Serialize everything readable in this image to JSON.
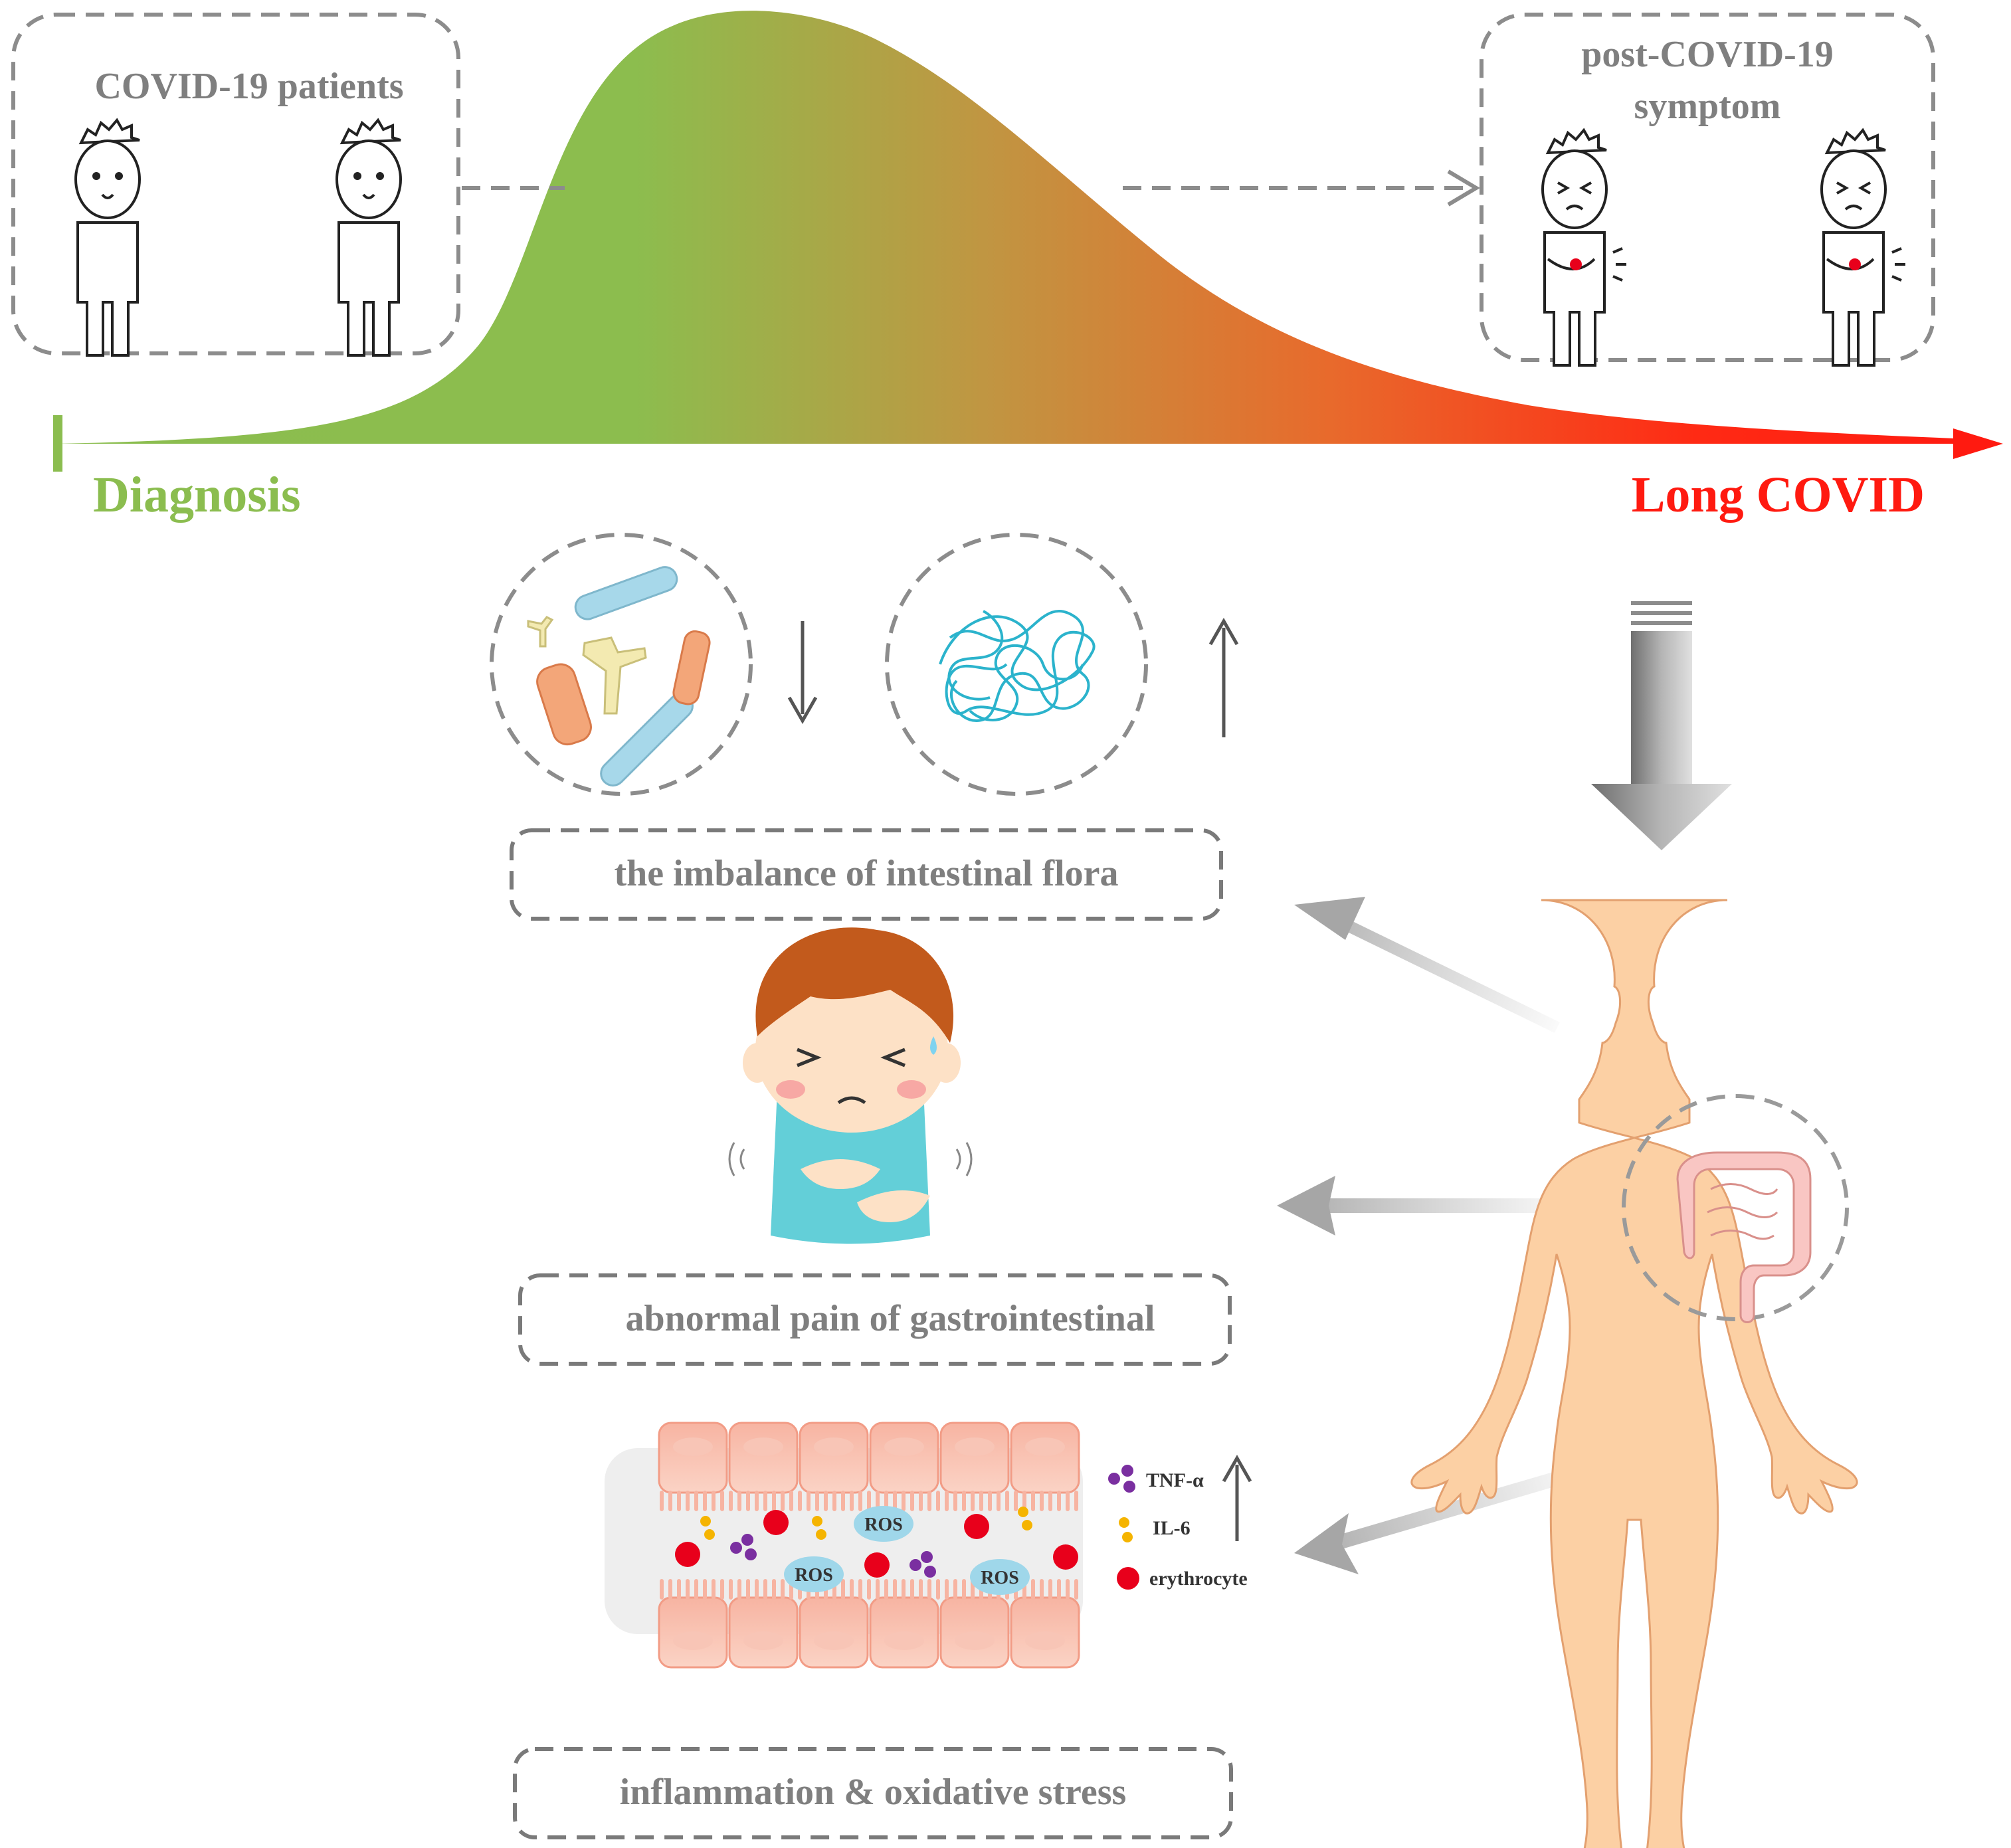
{
  "timeline": {
    "start_label": "Diagnosis",
    "end_label": "Long COVID",
    "start_color": "#8bbd4f",
    "end_color": "#ff1a10"
  },
  "patients_box": {
    "title": "COVID-19 patients"
  },
  "post_box": {
    "title_line1": "post-COVID-19",
    "title_line2": "symptom"
  },
  "flora": {
    "label": "the imbalance of intestinal flora",
    "beneficial_trend": "down",
    "pathogen_trend": "up"
  },
  "pain": {
    "label": "abnormal pain of gastrointestinal"
  },
  "inflammation": {
    "label": "inflammation & oxidative stress",
    "ros_label": "ROS",
    "legend": {
      "tnf": "TNF-α",
      "il6": "IL-6",
      "erythrocyte": "erythrocyte"
    }
  },
  "colors": {
    "text_gray": "#7f7f7f",
    "skin": "#fcd0a4",
    "skin_stroke": "#e3a06f",
    "shirt": "#63cfd8",
    "hair": "#c25a1c",
    "erythrocyte": "#e8001b",
    "tnf": "#7a2fa0",
    "il6": "#f5b400",
    "ros": "#9fd7ea"
  }
}
